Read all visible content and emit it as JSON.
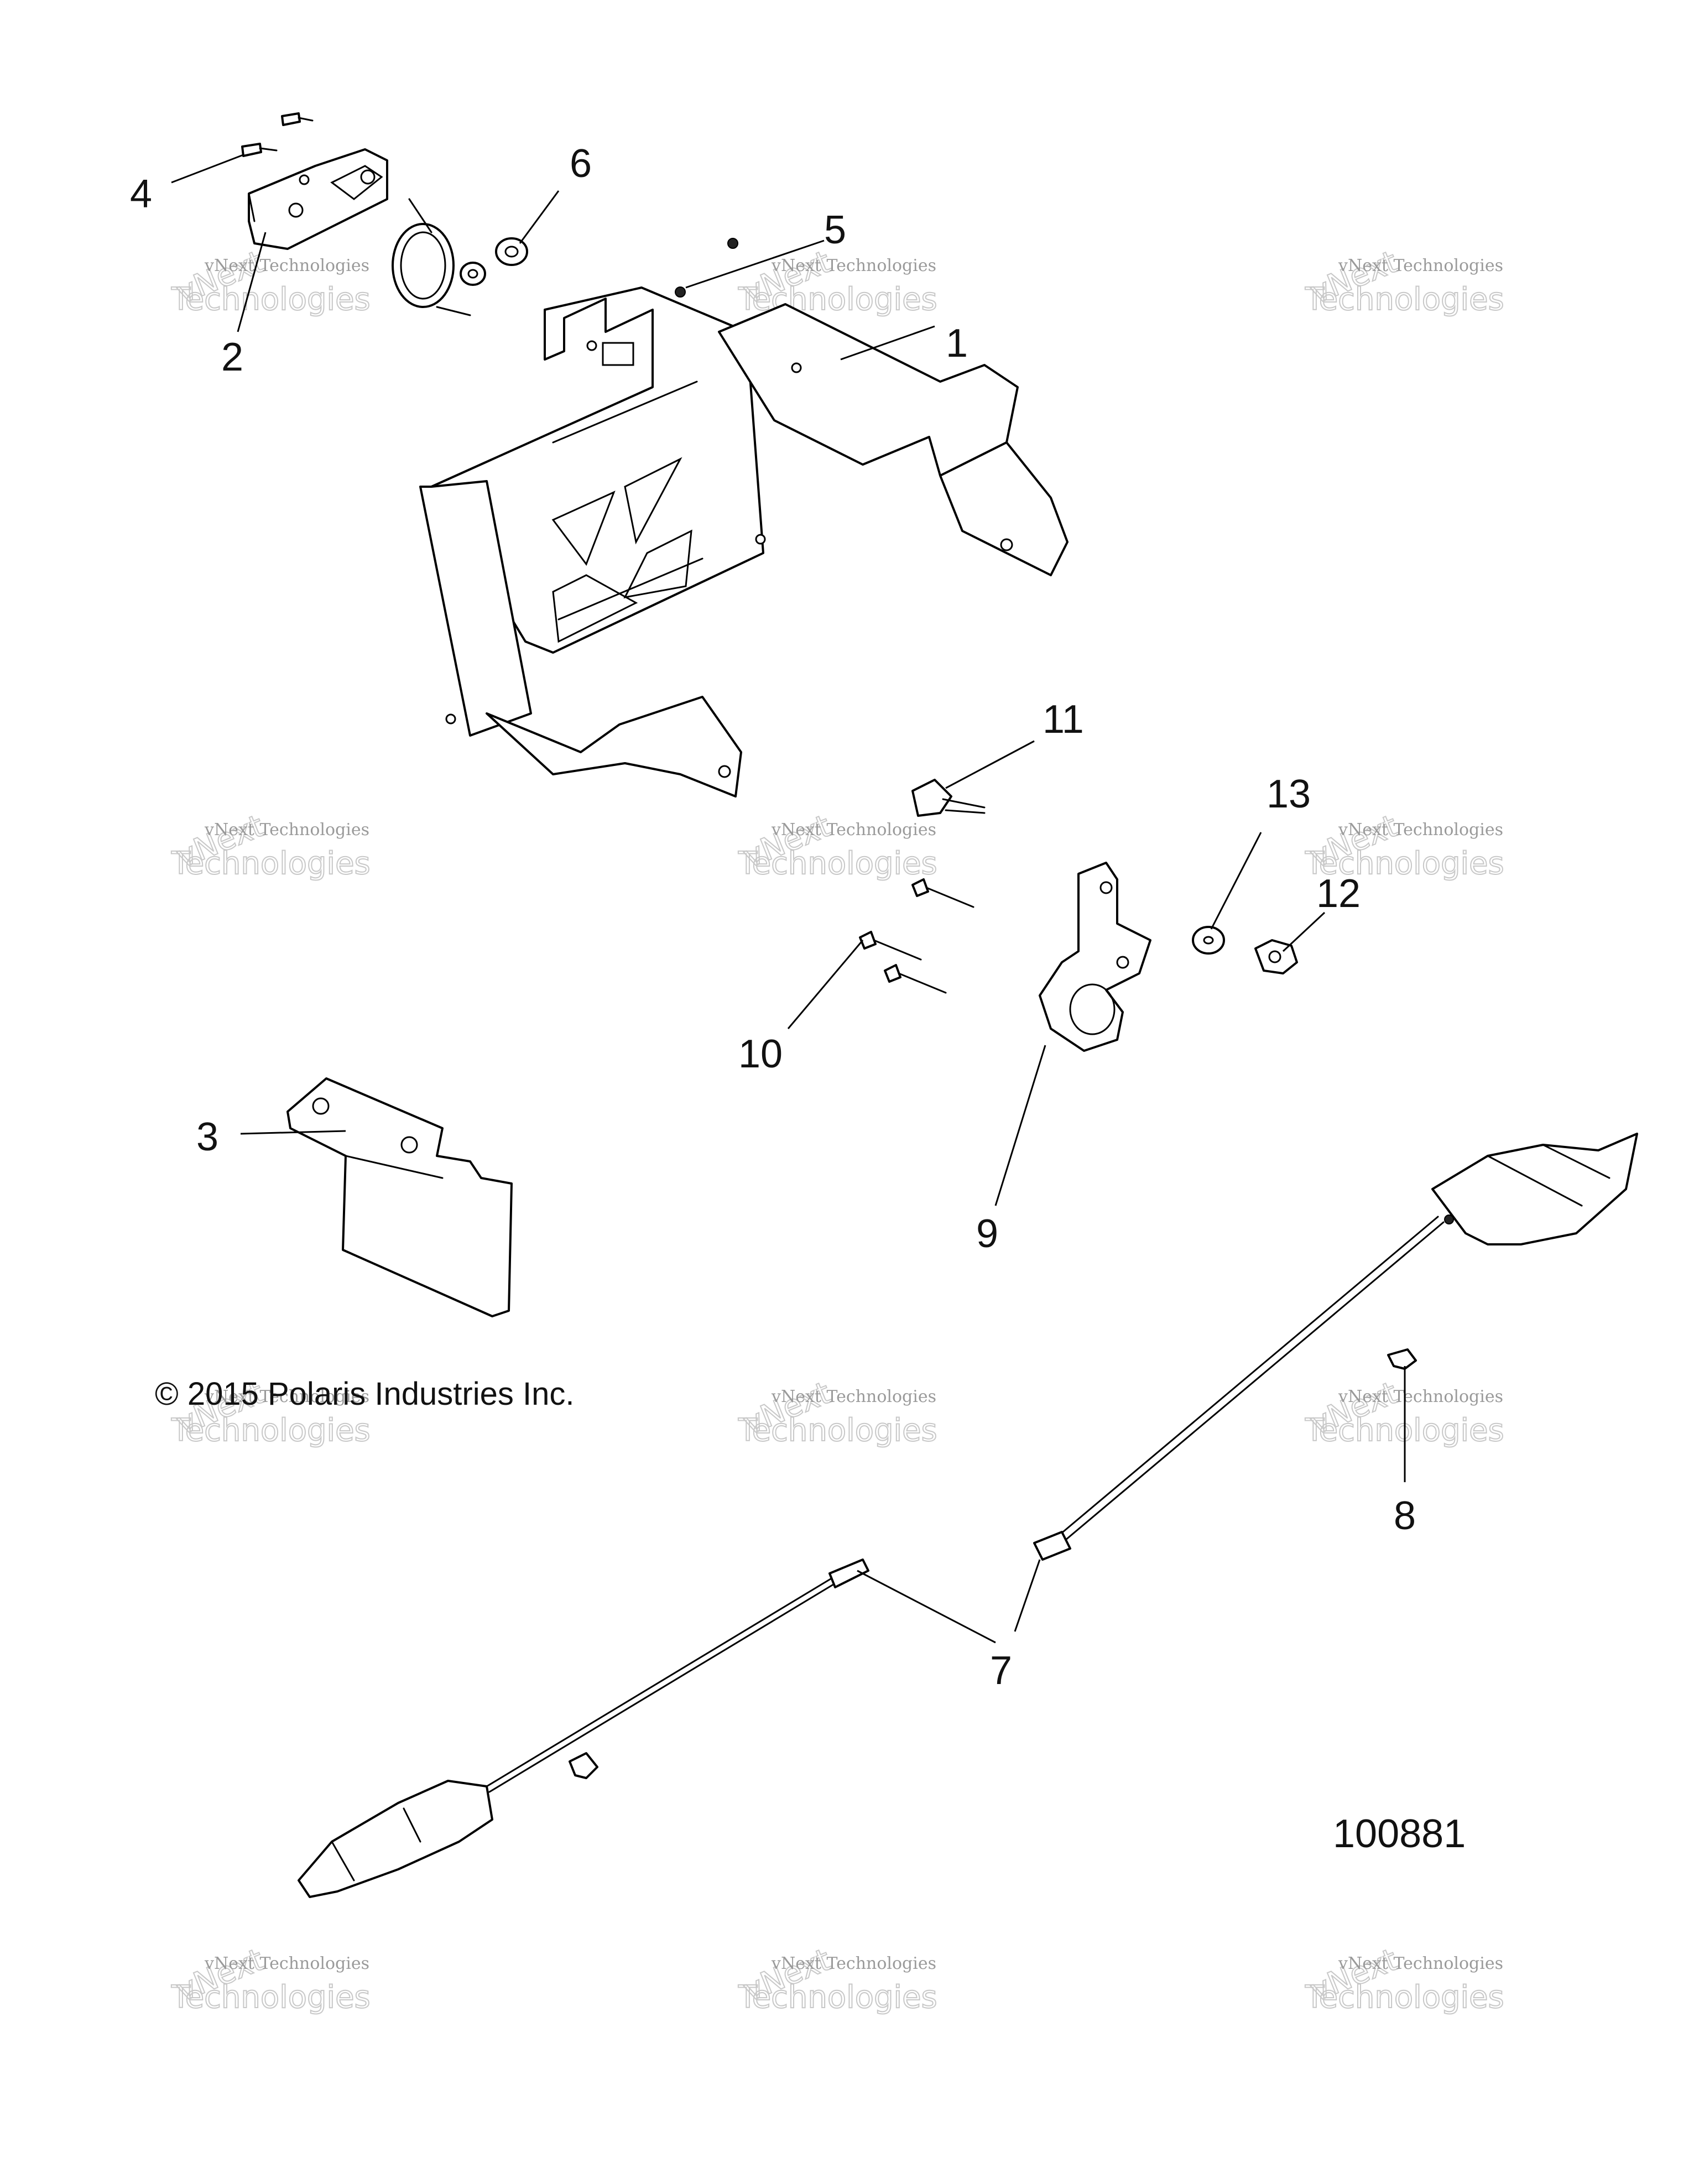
{
  "copyright": "© 2015 Polaris Industries Inc.",
  "diagram_id": "100881",
  "watermark": {
    "line1": "vNext Technologies",
    "line2": "Technologies",
    "tag": "vNext"
  },
  "callouts": [
    "1",
    "2",
    "3",
    "4",
    "5",
    "6",
    "7",
    "8",
    "9",
    "10",
    "11",
    "12",
    "13",
    "7"
  ]
}
